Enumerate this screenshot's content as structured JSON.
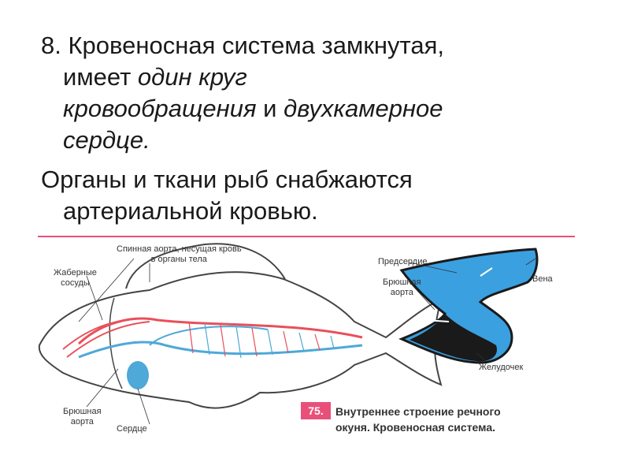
{
  "slide": {
    "point1": {
      "line1": "8. Кровеносная система замкнутая,",
      "line2_prefix": "имеет ",
      "line2_em": "один круг",
      "line3_em": "кровообращения",
      "line3_mid": " и ",
      "line3_em2": "двухкамерное",
      "line4_em": "сердце."
    },
    "point2": {
      "line1": "Органы и ткани рыб снабжаются",
      "line2": "артериальной кровью."
    }
  },
  "figure": {
    "labels": {
      "dorsal_aorta": "Спинная аорта, несущая кровь",
      "dorsal_aorta_2": "в органы тела",
      "gill_vessels": "Жаберные",
      "gill_vessels_2": "сосуды",
      "ventral_aorta": "Брюшная",
      "ventral_aorta_2": "аорта",
      "heart": "Сердце",
      "atrium": "Предсердие",
      "vein": "Вена",
      "heart_ventral_aorta": "Брюшная",
      "heart_ventral_aorta_2": "аорта",
      "ventricle": "Желудочек"
    },
    "caption": {
      "number": "75.",
      "line1": "Внутреннее строение речного",
      "line2": "окуня. Кровеносная система."
    },
    "colors": {
      "artery": "#e8505a",
      "vein": "#4ea8d8",
      "heart_blue": "#3aa0e0",
      "accent": "#e8507a"
    }
  }
}
